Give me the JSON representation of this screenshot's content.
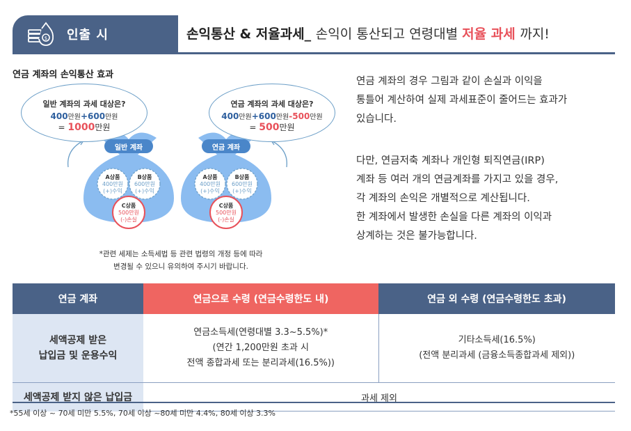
{
  "header": {
    "tab_label": "인출 시",
    "title_bold": "손익통산 & 저율과세_",
    "title_sub": "손익이 통산되고 연령대별 ",
    "title_highlight": "저율 과세",
    "title_end": "까지!"
  },
  "diagram": {
    "heading": "연금 계좌의 손익통산 효과",
    "left_bubble": {
      "question": "일반 계좌의 과세 대상은?",
      "a_value": "400",
      "a_unit": "만원",
      "plus": "+",
      "b_value": "600",
      "b_unit": "만원",
      "result_prefix": "= ",
      "result_value": "1000",
      "result_unit": "만원"
    },
    "right_bubble": {
      "question": "연금 계좌의 과세 대상은?",
      "a_value": "400",
      "a_unit": "만원",
      "plus": "+",
      "b_value": "600",
      "b_unit": "만원",
      "minus": "-",
      "c_value": "500",
      "c_unit": "만원",
      "result_prefix": "= ",
      "result_value": "500",
      "result_unit": "만원"
    },
    "left_bag_label": "일반 계좌",
    "right_bag_label": "연금 계좌",
    "products": {
      "a_name": "A상품",
      "a_amount": "400만원",
      "a_effect": "(+)수익",
      "b_name": "B상품",
      "b_amount": "600만원",
      "b_effect": "(+)수익",
      "c_name": "C상품",
      "c_amount": "500만원",
      "c_effect": "(-)손실"
    },
    "note_line1": "*관련 세제는 소득세법 등 관련 법령의 개정 등에 따라",
    "note_line2": "변경될 수 있으니 유의하여 주시기 바랍니다."
  },
  "description": {
    "para1_line1": "연금 계좌의 경우 그림과 같이 손실과 이익을",
    "para1_line2": "통틀어 계산하여 실제 과세표준이 줄어드는 효과가",
    "para1_line3": "있습니다.",
    "para2_line1": "다만, 연금저축 계좌나 개인형 퇴직연금(IRP)",
    "para2_line2": "계좌 등 여러 개의 연금계좌를 가지고 있을 경우,",
    "para2_line3": "각 계좌의 손익은 개별적으로 계산됩니다.",
    "para2_line4": "한 계좌에서 발생한 손실을 다른 계좌의 이익과",
    "para2_line5": "상계하는 것은 불가능합니다."
  },
  "table": {
    "headers": [
      "연금 계좌",
      "연금으로 수령 (연금수령한도 내)",
      "연금 외 수령 (연금수령한도 초과)"
    ],
    "row1": {
      "category_line1": "세액공제 받은",
      "category_line2": "납입금 및 운용수익",
      "pension_line1": "연금소득세(연령대별 3.3~5.5%)*",
      "pension_line2": "(연간 1,200만원 초과 시",
      "pension_line3": "전액 종합과세 또는 분리과세(16.5%))",
      "other_line1": "기타소득세(16.5%)",
      "other_line2": "(전액 분리과세 (금융소득종합과세 제외))"
    },
    "row2": {
      "category": "세액공제 받지 않은 납입금",
      "value": "과세 제외"
    }
  },
  "footnote": "*55세 이상 ~ 70세 미만 5.5%, 70세 이상 ~80세 미만 4.4%, 80세 이상 3.3%",
  "colors": {
    "navy": "#4a6287",
    "coral": "#ef6561",
    "light_blue_cell": "#dde6f3",
    "bag_blue": "#8bbcf0",
    "accent_red": "#e8515a"
  }
}
